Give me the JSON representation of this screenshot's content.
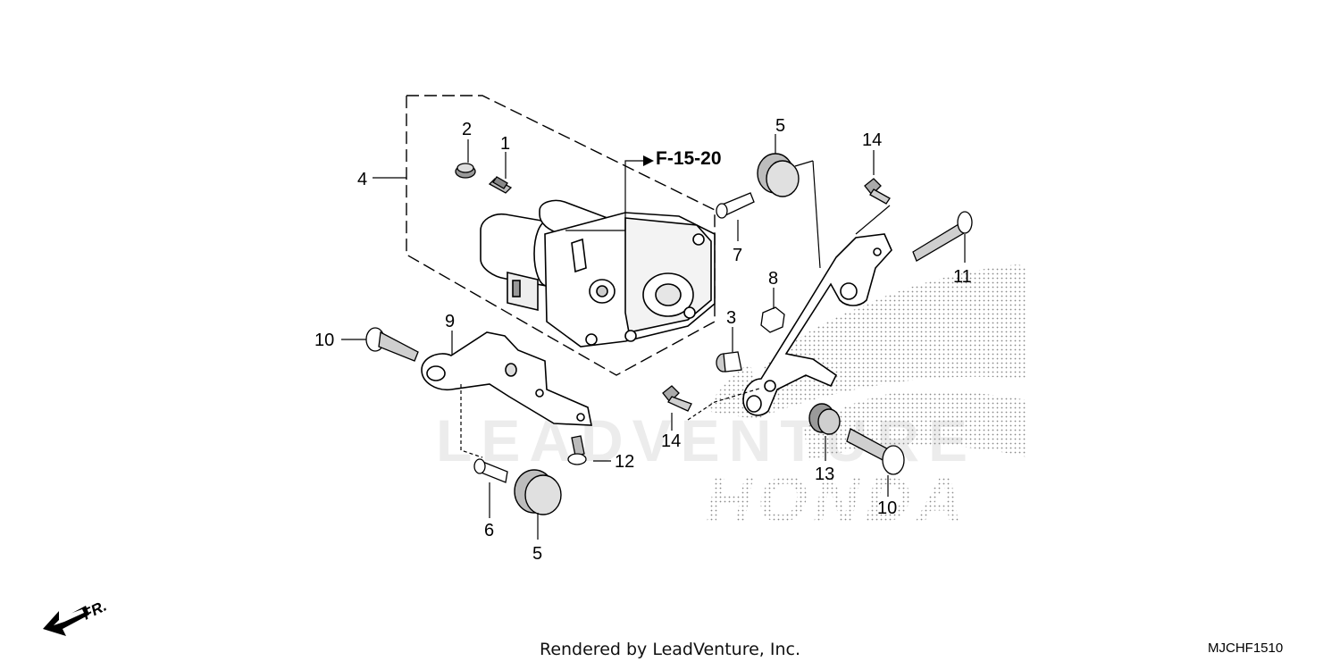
{
  "diagram": {
    "reference": "F-15-20",
    "direction_label": "FR.",
    "callouts": [
      {
        "id": "c1",
        "label": "1"
      },
      {
        "id": "c2",
        "label": "2"
      },
      {
        "id": "c3",
        "label": "3"
      },
      {
        "id": "c4",
        "label": "4"
      },
      {
        "id": "c5a",
        "label": "5"
      },
      {
        "id": "c5b",
        "label": "5"
      },
      {
        "id": "c6",
        "label": "6"
      },
      {
        "id": "c7",
        "label": "7"
      },
      {
        "id": "c8",
        "label": "8"
      },
      {
        "id": "c9",
        "label": "9"
      },
      {
        "id": "c10a",
        "label": "10"
      },
      {
        "id": "c10b",
        "label": "10"
      },
      {
        "id": "c11",
        "label": "11"
      },
      {
        "id": "c12",
        "label": "12"
      },
      {
        "id": "c13",
        "label": "13"
      },
      {
        "id": "c14a",
        "label": "14"
      },
      {
        "id": "c14b",
        "label": "14"
      }
    ]
  },
  "watermark": {
    "text": "LEADVENTURE"
  },
  "brand": {
    "text": "HONDA"
  },
  "footer": {
    "credit": "Rendered by LeadVenture, Inc.",
    "diagram_code": "MJCHF1510"
  },
  "colors": {
    "line": "#000000",
    "stipple": "#8a8a8a",
    "watermark": "#ececec"
  }
}
